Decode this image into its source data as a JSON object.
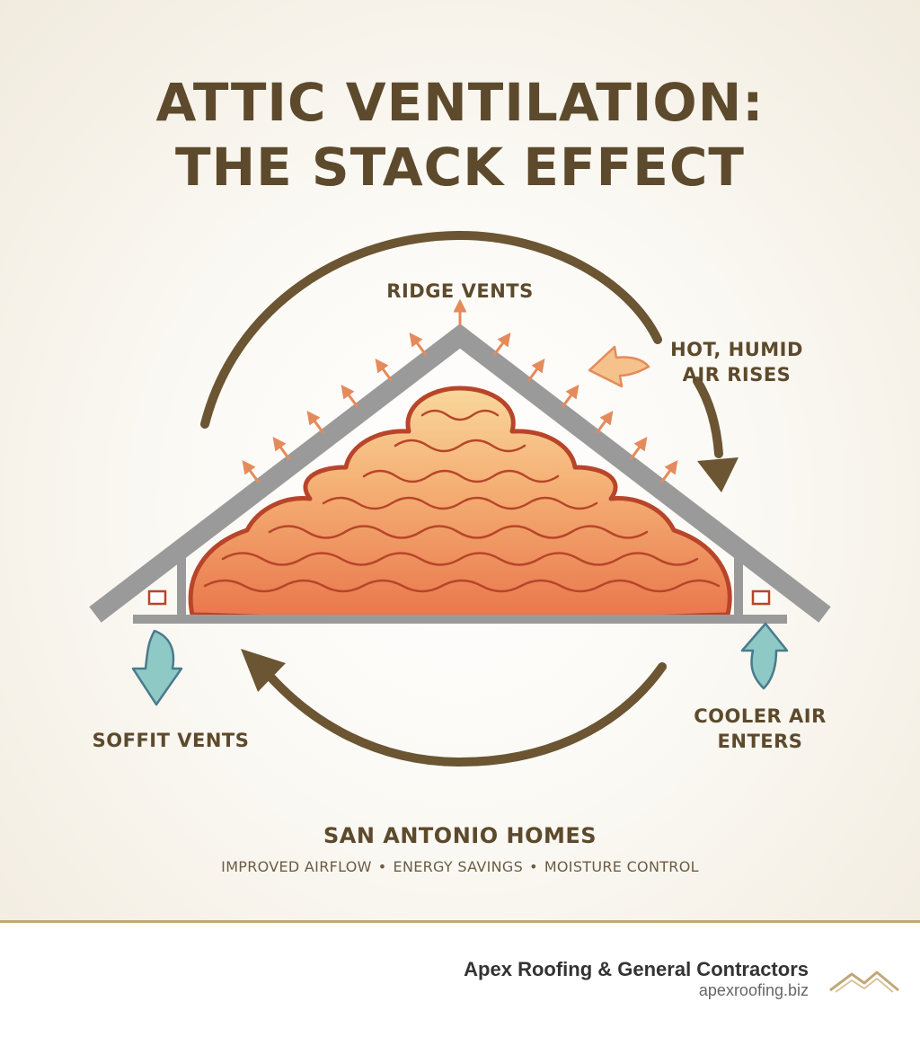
{
  "title": {
    "line1": "ATTIC VENTILATION:",
    "line2": "THE STACK EFFECT"
  },
  "labels": {
    "ridge_vents": "RIDGE VENTS",
    "hot_air_line1": "HOT, HUMID",
    "hot_air_line2": "AIR RISES",
    "soffit_vents": "SOFFIT VENTS",
    "cool_air_line1": "COOLER AIR",
    "cool_air_line2": "ENTERS"
  },
  "caption": {
    "place": "SAN ANTONIO HOMES",
    "benefits": [
      "IMPROVED AIRFLOW",
      "ENERGY SAVINGS",
      "MOISTURE CONTROL"
    ],
    "separator": "•"
  },
  "footer": {
    "company": "Apex Roofing & General Contractors",
    "website": "apexroofing.biz"
  },
  "colors": {
    "title": "#5d4a2c",
    "roof": "#9a9a9a",
    "insulation_fill": "#f2a06a",
    "insulation_outline": "#b8452a",
    "heat_arrow": "#e58a5a",
    "cool_arrow": "#8ec9c6",
    "cycle_arrow": "#6b5532",
    "accent": "#c2a878"
  },
  "icons": [
    "heat-vent-arrow-icon",
    "cool-air-arrow-icon",
    "circulation-arrow-icon",
    "mountain-logo-icon"
  ]
}
